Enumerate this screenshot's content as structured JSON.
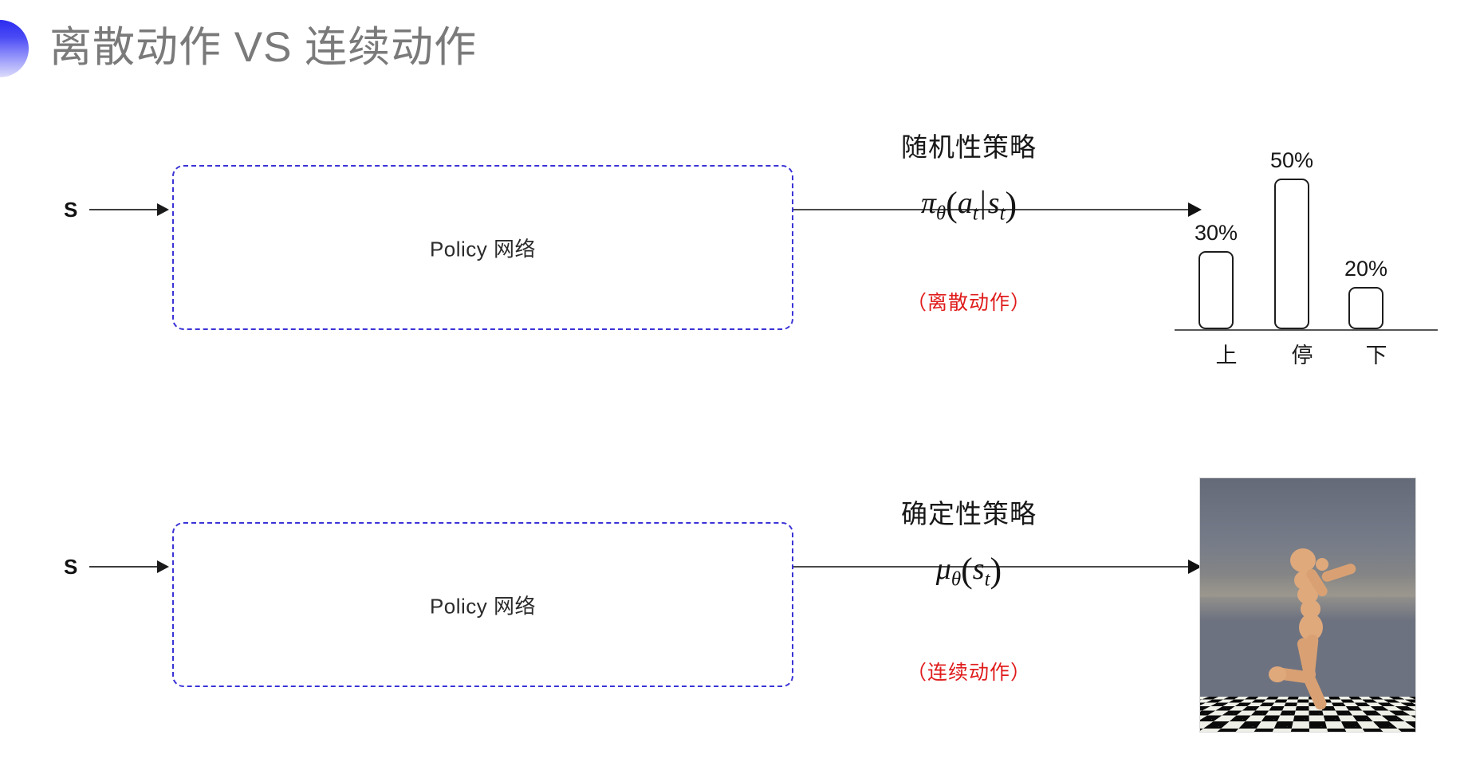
{
  "slide": {
    "title": "离散动作 VS 连续动作",
    "title_color": "#7a7a7a",
    "accent_color": "#3a33d6",
    "red_color": "#e01b1b",
    "background": "#ffffff"
  },
  "rows": [
    {
      "id": "discrete",
      "input_label": "S",
      "box_label": "Policy 网络",
      "annotation_title": "随机性策略",
      "formula_plain": "π_θ(a_t|s_t)",
      "formula": {
        "main": "π",
        "main_sub": "θ",
        "open": "(",
        "arg1": "a",
        "arg1_sub": "t",
        "sep": "|",
        "arg2": "s",
        "arg2_sub": "t",
        "close": ")"
      },
      "red_note": "（离散动作）",
      "output_kind": "bar-chart"
    },
    {
      "id": "continuous",
      "input_label": "S",
      "box_label": "Policy 网络",
      "annotation_title": "确定性策略",
      "formula_plain": "μ_θ(s_t)",
      "formula": {
        "main": "μ",
        "main_sub": "θ",
        "open": "(",
        "arg1": "s",
        "arg1_sub": "t",
        "sep": "",
        "arg2": "",
        "arg2_sub": "",
        "close": ")"
      },
      "red_note": "（连续动作）",
      "output_kind": "humanoid-simulation"
    }
  ],
  "chart_data": {
    "type": "bar",
    "title": "",
    "categories": [
      "上",
      "停",
      "下"
    ],
    "values": [
      30,
      50,
      20
    ],
    "value_labels": [
      "30%",
      "50%",
      "20%"
    ],
    "ylabel": "",
    "xlabel": "",
    "ylim": [
      0,
      60
    ],
    "grid": false,
    "legend": null,
    "bar_style": "outlined-rounded",
    "bar_stroke": "#1d1d1d",
    "bar_fill": "#ffffff",
    "axis_color": "#565656"
  },
  "simulation": {
    "name": "humanoid-mujoco-frame",
    "sky_color": "#6d7280",
    "floor_pattern": "checkerboard",
    "body_color": "#d9a173"
  }
}
